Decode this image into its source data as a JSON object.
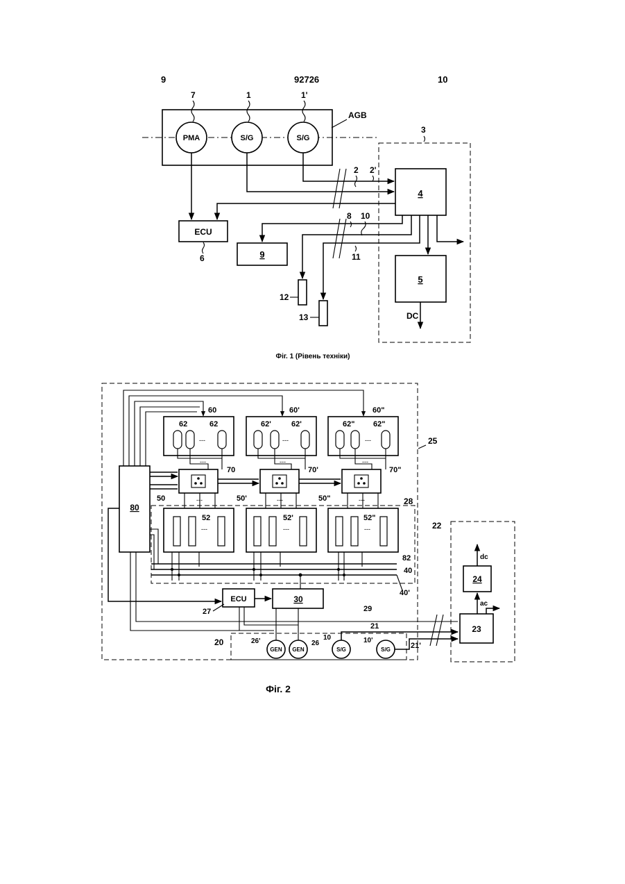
{
  "header": {
    "left_page": "9",
    "doc_number": "92726",
    "right_page": "10"
  },
  "fig1": {
    "caption": "Фіг. 1 (Рівень техніки)",
    "agb_label": "AGB",
    "pma_label": "PMA",
    "sg1_label": "S/G",
    "sg2_label": "S/G",
    "ecu_label": "ECU",
    "box9_label": "9",
    "box4_label": "4",
    "box5_label": "5",
    "dc_label": "DC",
    "refs": {
      "r7": "7",
      "r1": "1",
      "r1p": "1'",
      "r3": "3",
      "r2": "2",
      "r2p": "2'",
      "r8": "8",
      "r10": "10",
      "r11": "11",
      "r6": "6",
      "r12": "12",
      "r13": "13"
    }
  },
  "fig2": {
    "caption": "Фіг. 2",
    "box80_label": "80",
    "ecu_label": "ECU",
    "box30_label": "30",
    "box23_label": "23",
    "box24_label": "24",
    "dc_label": "dc",
    "ac_label": "ac",
    "gen_label": "GEN",
    "sg_label": "S/G",
    "dots": "---",
    "refs": {
      "r60": "60",
      "r60p": "60'",
      "r60pp": "60\"",
      "r62": "62",
      "r62p": "62'",
      "r62pp": "62\"",
      "r70": "70",
      "r70p": "70'",
      "r70pp": "70\"",
      "r50": "50",
      "r50p": "50'",
      "r50pp": "50\"",
      "r52": "52",
      "r52p": "52'",
      "r52pp": "52\"",
      "r25": "25",
      "r28": "28",
      "r82": "82",
      "r40": "40",
      "r40p": "40'",
      "r22": "22",
      "r27": "27",
      "r29": "29",
      "r21": "21",
      "r21p": "21'",
      "r20": "20",
      "r26": "26",
      "r26p": "26'",
      "r10": "10",
      "r10p": "10'"
    }
  }
}
